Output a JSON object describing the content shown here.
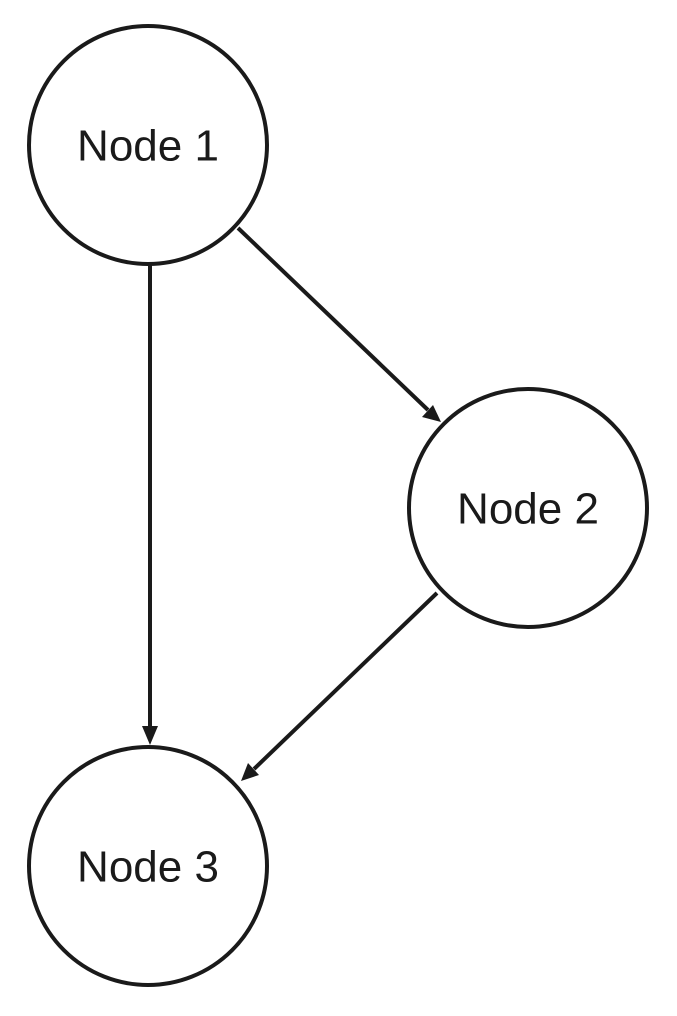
{
  "diagram": {
    "nodes": [
      {
        "id": "node-1",
        "label": "Node 1"
      },
      {
        "id": "node-2",
        "label": "Node 2"
      },
      {
        "id": "node-3",
        "label": "Node 3"
      }
    ],
    "edges": [
      {
        "from": "node-1",
        "to": "node-2"
      },
      {
        "from": "node-1",
        "to": "node-3"
      },
      {
        "from": "node-2",
        "to": "node-3"
      }
    ],
    "colors": {
      "stroke": "#1a1a1a",
      "fill": "#ffffff"
    }
  }
}
